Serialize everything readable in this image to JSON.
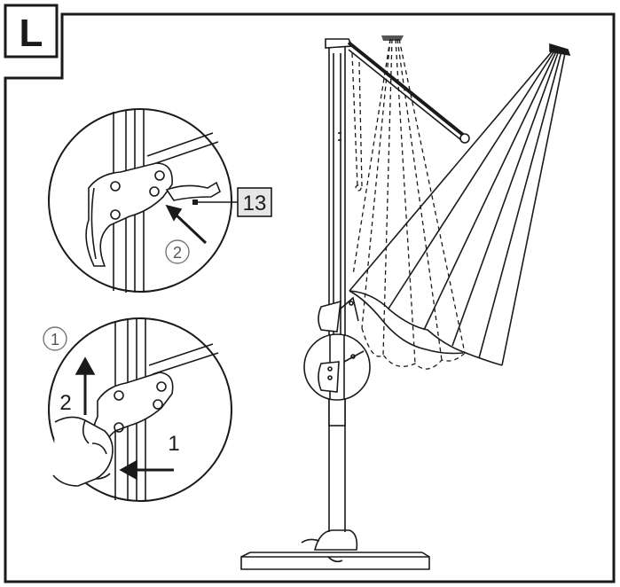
{
  "step_label": "L",
  "part_callout": "13",
  "step_markers": {
    "detail_top": "2",
    "detail_bottom": "1"
  },
  "motion_labels": {
    "arrow_up": "2",
    "arrow_left": "1"
  },
  "colors": {
    "line": "#1a1a1a",
    "background": "#ffffff",
    "callout_fill": "#e6e6e6",
    "circle_marker": "#777777"
  }
}
